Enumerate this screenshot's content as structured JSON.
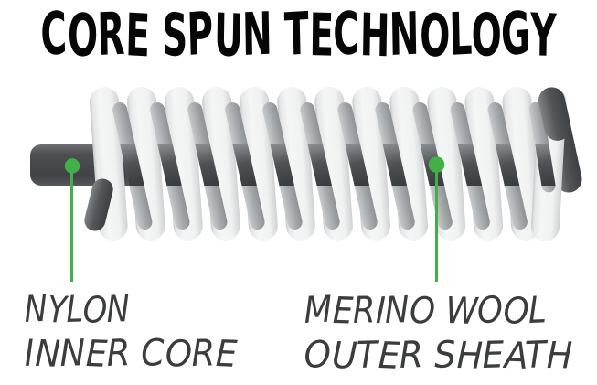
{
  "title": "CORE SPUN TECHNOLOGY",
  "diagram": {
    "subject": "core spun yarn construction",
    "front_strand_count": 13,
    "back_strand_count": 12,
    "colors": {
      "background": "#ffffff",
      "title": "#060606",
      "label": "#3b3d3c",
      "callout_green": "#41b049",
      "rod_dark": "#44464a",
      "strand_light": "#f5f6f6",
      "strand_edge": "#cdcfd1",
      "back_strand_gray": "#9b9ea1",
      "back_strand_dark": "#3a3d40"
    }
  },
  "callouts": [
    {
      "id": "core",
      "line1": "NYLON",
      "line2": "INNER CORE",
      "target": "inner core rod"
    },
    {
      "id": "sheath",
      "line1": "MERINO WOOL",
      "line2": "OUTER SHEATH",
      "target": "outer coil sheath"
    }
  ]
}
